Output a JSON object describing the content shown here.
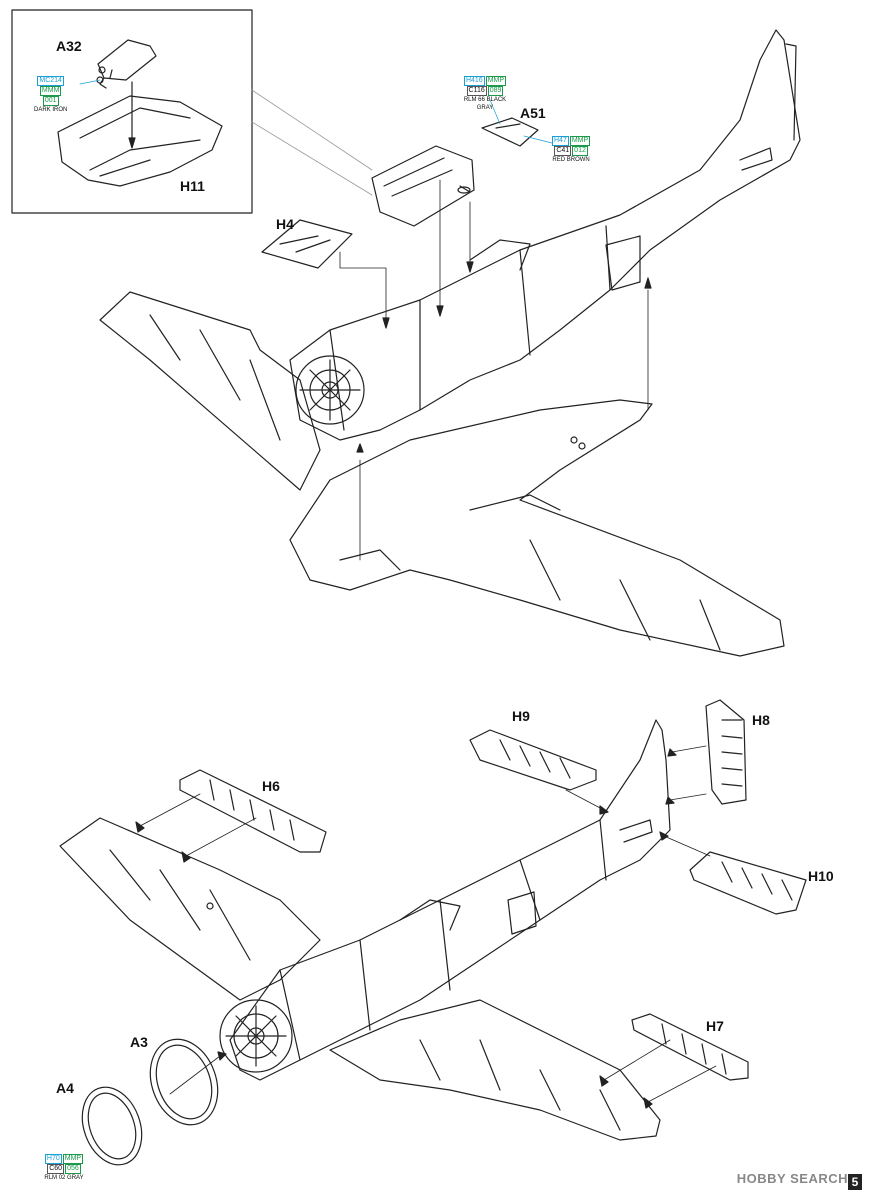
{
  "labels": {
    "a32": "A32",
    "h11": "H11",
    "h4": "H4",
    "a51": "A51",
    "h9": "H9",
    "h8": "H8",
    "h6": "H6",
    "h10": "H10",
    "h7": "H7",
    "a3": "A3",
    "a4": "A4"
  },
  "paint_callouts": {
    "dark_iron": {
      "code1": "MC214",
      "code2": "MMM",
      "code3": "001",
      "name": "DARK IRON"
    },
    "black_gray": {
      "code1": "H416",
      "code2": "MMP",
      "code3": "C116",
      "code4": "089",
      "name": "RLM 66 BLACK GRAY"
    },
    "red_brown": {
      "code1": "H47",
      "code2": "MMP",
      "code3": "C41",
      "code4": "012",
      "name": "RED BROWN"
    },
    "gray": {
      "code1": "H70",
      "code2": "MMP",
      "code3": "C60",
      "code4": "056",
      "name": "RLM 02 GRAY"
    }
  },
  "colors": {
    "blue_code": "#1a9fd6",
    "green_code": "#1a9a4a",
    "line": "#222222"
  },
  "watermark": "HOBBY SEARCH",
  "page_number": "5"
}
